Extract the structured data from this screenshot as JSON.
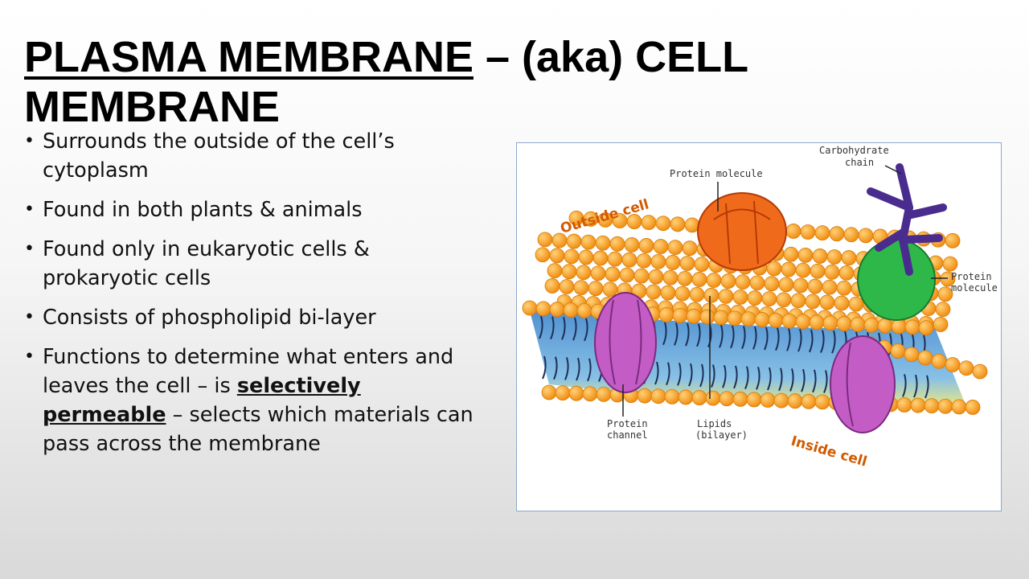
{
  "slide": {
    "title_underlined": "PLASMA MEMBRANE",
    "title_rest": " – (aka) CELL MEMBRANE",
    "bullets": [
      {
        "text": "Surrounds the outside of the cell’s cytoplasm"
      },
      {
        "text": "Found in both plants & animals"
      },
      {
        "text": "Found only in eukaryotic cells & prokaryotic cells"
      },
      {
        "text": "Consists of phospholipid bi-layer"
      },
      {
        "text_before": "Functions to determine what enters and leaves the cell – is ",
        "emphasis": "selectively permeable",
        "text_after": " – selects which materials can pass across the membrane"
      }
    ]
  },
  "diagram": {
    "labels": {
      "outside_cell": "Outside cell",
      "inside_cell": "Inside cell",
      "protein_molecule_top": "Protein molecule",
      "carbohydrate_chain_1": "Carbohydrate",
      "carbohydrate_chain_2": "chain",
      "protein_molecule_right_1": "Protein",
      "protein_molecule_right_2": "molecule",
      "protein_channel_1": "Protein",
      "protein_channel_2": "channel",
      "lipids_1": "Lipids",
      "lipids_2": "(bilayer)"
    },
    "colors": {
      "phospholipid_head": "#f59a1b",
      "phospholipid_head_edge": "#d97a06",
      "lipid_interior": "#6aa7d8",
      "protein_top": "#f06a1c",
      "protein_right": "#2fb84a",
      "protein_channel": "#c45cc6",
      "carbohydrate": "#4a2c8f",
      "outside_label": "#d25a00"
    }
  }
}
